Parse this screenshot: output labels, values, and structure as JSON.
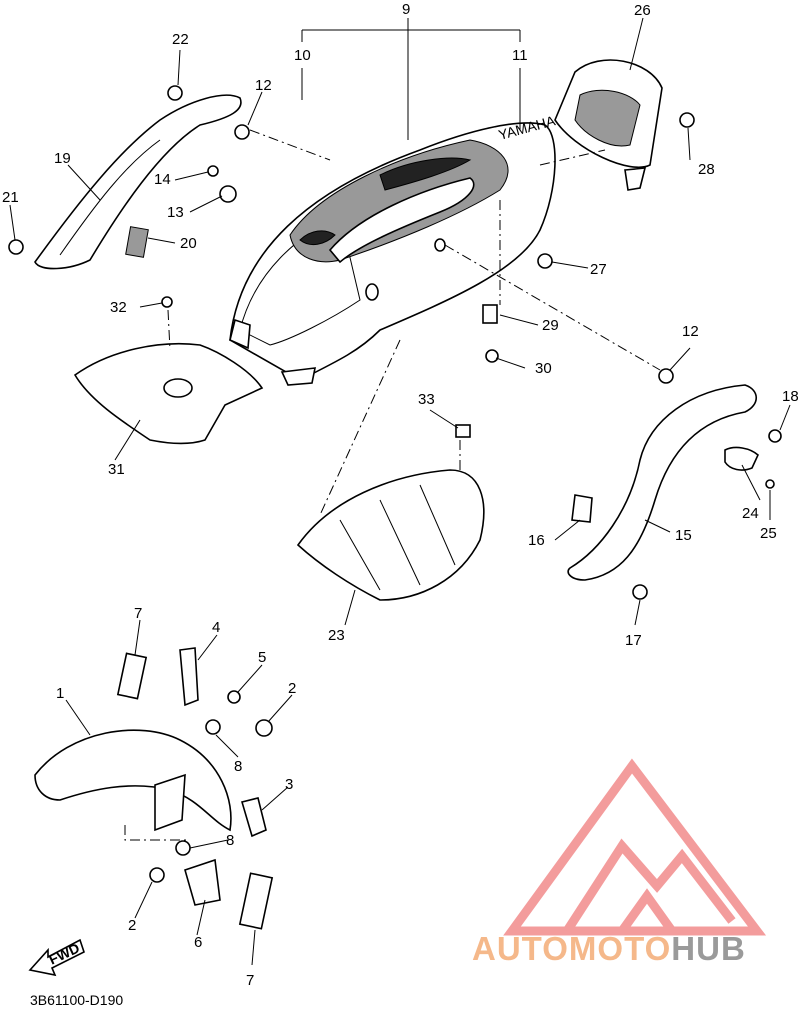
{
  "diagram_code": "3B61100-D190",
  "fwd_label": "FWD",
  "callouts": {
    "c1": "1",
    "c2a": "2",
    "c2b": "2",
    "c3": "3",
    "c4": "4",
    "c5": "5",
    "c6": "6",
    "c7a": "7",
    "c7b": "7",
    "c8a": "8",
    "c8b": "8",
    "c9": "9",
    "c10": "10",
    "c11": "11",
    "c12a": "12",
    "c12b": "12",
    "c13": "13",
    "c14": "14",
    "c15": "15",
    "c16": "16",
    "c17": "17",
    "c18": "18",
    "c19": "19",
    "c20": "20",
    "c21": "21",
    "c22": "22",
    "c23": "23",
    "c24": "24",
    "c25": "25",
    "c26": "26",
    "c27": "27",
    "c28": "28",
    "c29": "29",
    "c30": "30",
    "c31": "31",
    "c32": "32",
    "c33": "33"
  },
  "watermark": {
    "logo_icon": "automotohub-triangle-icon",
    "text_parts": [
      "AUTO",
      "MOTO",
      "HUB"
    ],
    "colors": {
      "auto": "#f5b88a",
      "moto": "#f5b88a",
      "hub": "#9a9a9a",
      "logo": "#f28b8b"
    }
  }
}
